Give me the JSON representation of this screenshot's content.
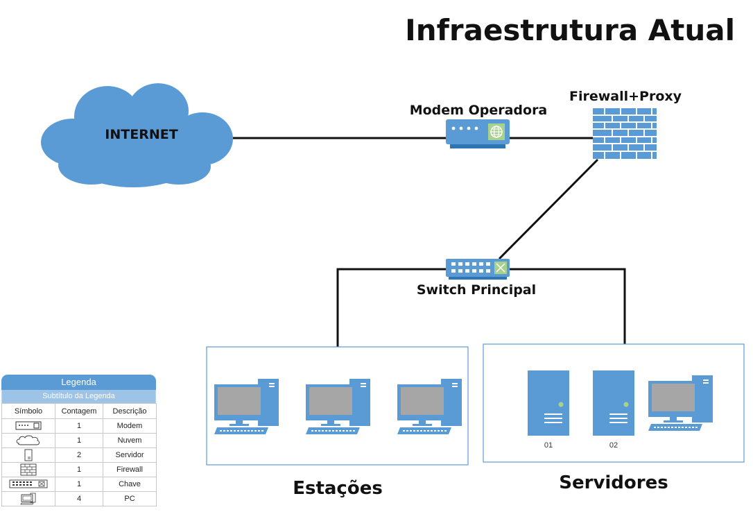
{
  "title": "Infraestrutura Atual",
  "nodes": {
    "internet": "INTERNET",
    "modem": "Modem Operadora",
    "firewall": "Firewall+Proxy",
    "switch": "Switch Principal"
  },
  "groups": {
    "stations": "Estações",
    "servers": "Servidores",
    "server_ids": [
      "01",
      "02"
    ]
  },
  "legend": {
    "title": "Legenda",
    "subtitle": "Subtítulo da Legenda",
    "headers": [
      "Símbolo",
      "Contagem",
      "Descrição"
    ],
    "rows": [
      {
        "icon": "modem-icon",
        "count": "1",
        "description": "Modem"
      },
      {
        "icon": "cloud-icon",
        "count": "1",
        "description": "Nuvem"
      },
      {
        "icon": "server-icon",
        "count": "2",
        "description": "Servidor"
      },
      {
        "icon": "firewall-icon",
        "count": "1",
        "description": "Firewall"
      },
      {
        "icon": "switch-icon",
        "count": "1",
        "description": "Chave"
      },
      {
        "icon": "pc-icon",
        "count": "4",
        "description": "PC"
      }
    ]
  },
  "colors": {
    "device": "#5b9bd5",
    "device_dark": "#2e75b6",
    "line": "#111111",
    "screen": "#a6a6a6",
    "group_border": "#5b9bd5",
    "led": "#a9d18e"
  }
}
